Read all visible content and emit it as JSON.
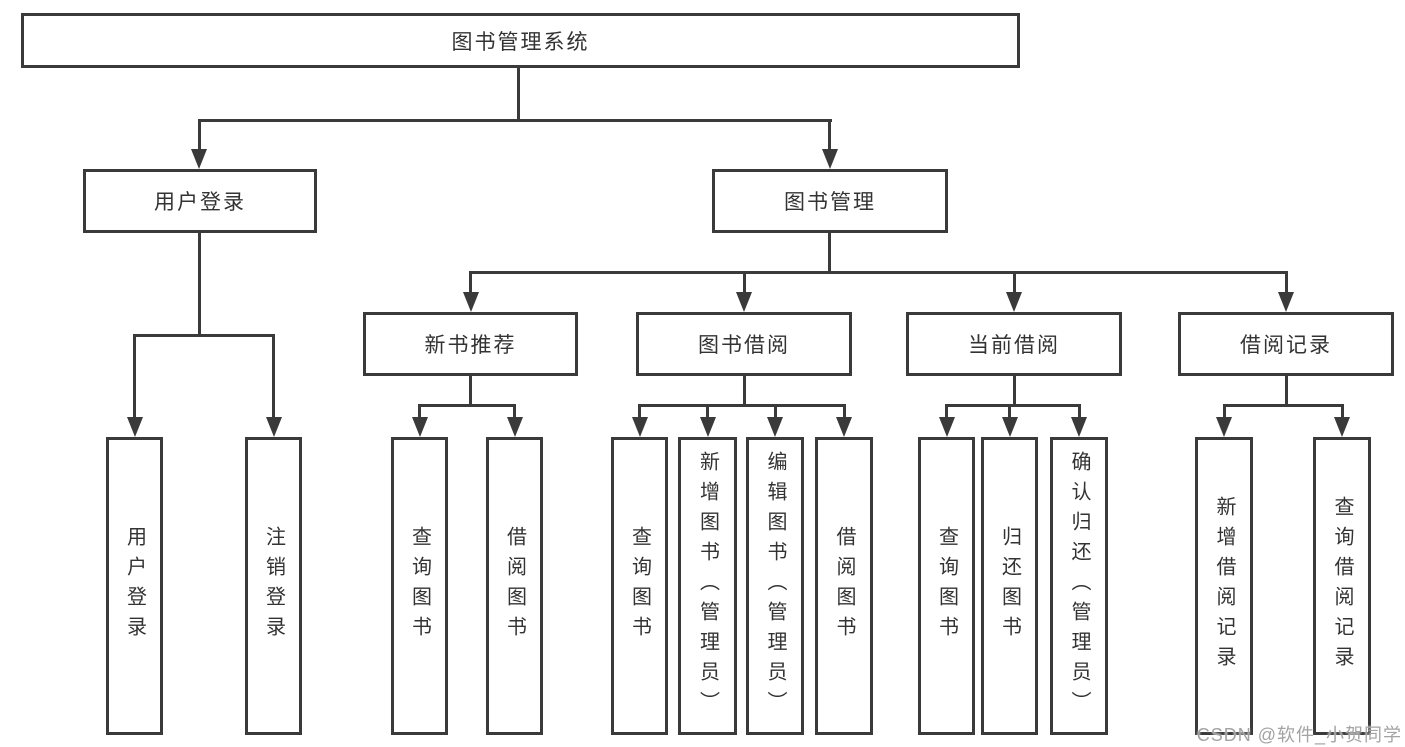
{
  "tree": {
    "root": {
      "label": "图书管理系统"
    },
    "l2": [
      {
        "label": "用户登录",
        "leaves": [
          "用户登录",
          "注销登录"
        ]
      },
      {
        "label": "图书管理"
      }
    ],
    "l3": [
      {
        "label": "新书推荐",
        "leaves": [
          "查询图书",
          "借阅图书"
        ]
      },
      {
        "label": "图书借阅",
        "leaves": [
          "查询图书",
          "新增图书（管理员）",
          "编辑图书（管理员）",
          "借阅图书"
        ]
      },
      {
        "label": "当前借阅",
        "leaves": [
          "查询图书",
          "归还图书",
          "确认归还（管理员）"
        ]
      },
      {
        "label": "借阅记录",
        "leaves": [
          "新增借阅记录",
          "查询借阅记录"
        ]
      }
    ]
  },
  "watermark": "CSDN @软件_小贺同学",
  "colors": {
    "line": "#3a3a3a",
    "text": "#333333",
    "watermark": "#a3a3a3",
    "background": "#ffffff"
  }
}
